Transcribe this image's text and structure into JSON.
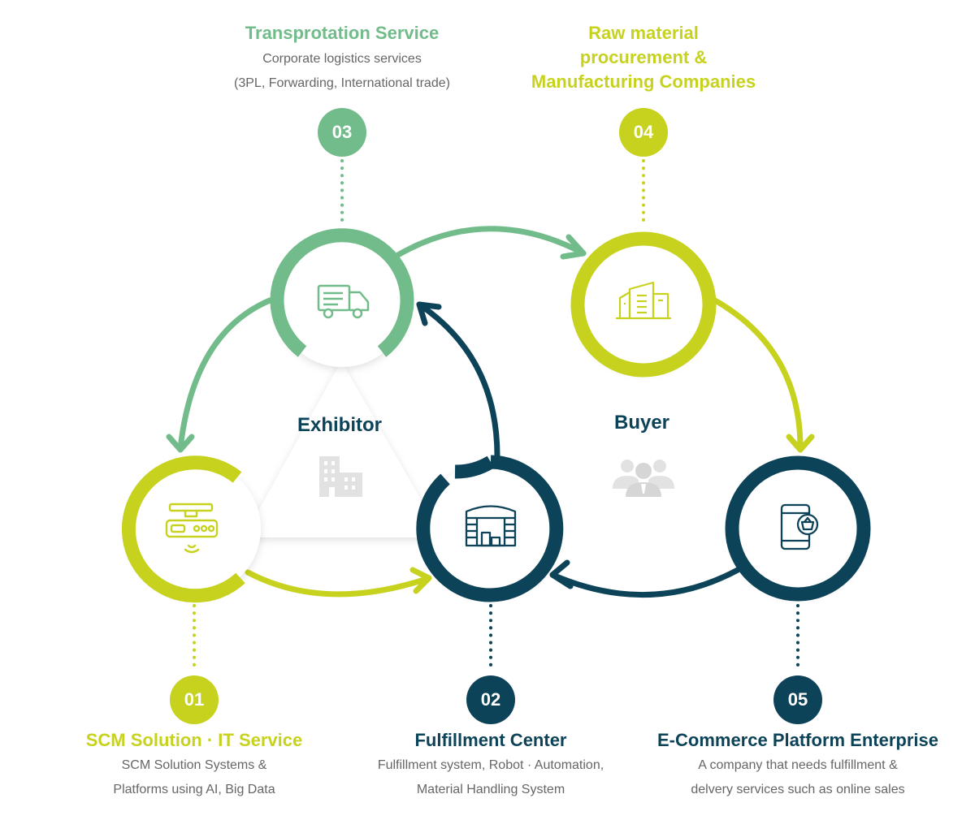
{
  "colors": {
    "green": "#72bb8a",
    "lime": "#c7d21e",
    "navy": "#0d4358",
    "gray": "#dddddd",
    "text": "#666666"
  },
  "groups": {
    "exhibitor": "Exhibitor",
    "buyer": "Buyer"
  },
  "nodes": [
    {
      "number": "01",
      "title": "SCM Solution · IT Service",
      "desc": "SCM Solution Systems &\nPlatforms using AI, Big Data",
      "icon": "scanner-icon"
    },
    {
      "number": "02",
      "title": "Fulfillment Center",
      "desc": "Fulfillment system, Robot · Automation,\nMaterial Handling System",
      "icon": "warehouse-icon"
    },
    {
      "number": "03",
      "title": "Transprotation Service",
      "desc": "Corporate logistics services\n(3PL, Forwarding, International trade)",
      "icon": "truck-icon"
    },
    {
      "number": "04",
      "title": "Raw material\nprocurement &\nManufacturing Companies",
      "desc": "",
      "icon": "factory-icon"
    },
    {
      "number": "05",
      "title": "E-Commerce Platform Enterprise",
      "desc": "A company that needs fulfillment &\ndelvery services such as online sales",
      "icon": "mobile-shopping-icon"
    }
  ]
}
